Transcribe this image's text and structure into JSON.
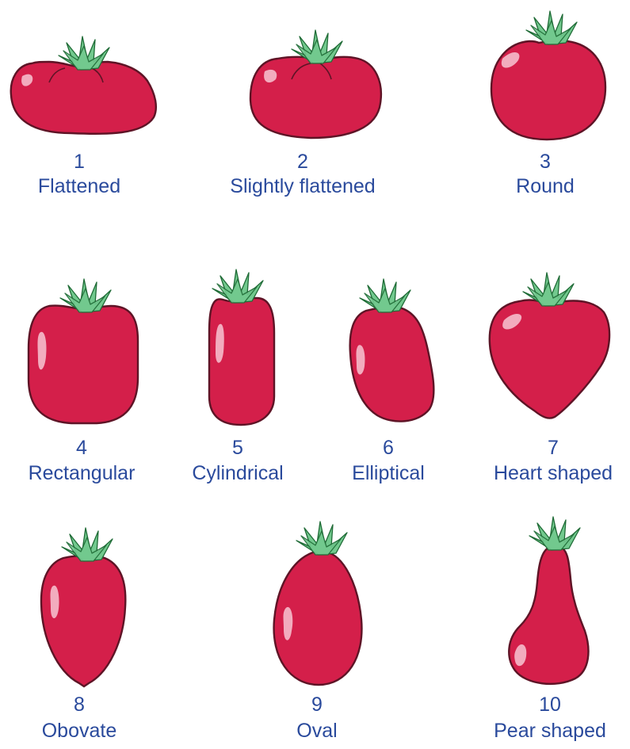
{
  "colors": {
    "tomato_fill": "#d41f4a",
    "tomato_outline": "#5e1426",
    "highlight": "#f7c5d2",
    "leaf_fill": "#72c98e",
    "leaf_outline": "#1f6b36",
    "label_text": "#2a4a9c"
  },
  "shapes": [
    {
      "number": "1",
      "name": "Flattened",
      "icon": "tomato-flattened"
    },
    {
      "number": "2",
      "name": "Slightly flattened",
      "icon": "tomato-slightly-flattened"
    },
    {
      "number": "3",
      "name": "Round",
      "icon": "tomato-round"
    },
    {
      "number": "4",
      "name": "Rectangular",
      "icon": "tomato-rectangular"
    },
    {
      "number": "5",
      "name": "Cylindrical",
      "icon": "tomato-cylindrical"
    },
    {
      "number": "6",
      "name": "Elliptical",
      "icon": "tomato-elliptical"
    },
    {
      "number": "7",
      "name": "Heart shaped",
      "icon": "tomato-heart-shaped"
    },
    {
      "number": "8",
      "name": "Obovate",
      "icon": "tomato-obovate"
    },
    {
      "number": "9",
      "name": "Oval",
      "icon": "tomato-oval"
    },
    {
      "number": "10",
      "name": "Pear shaped",
      "icon": "tomato-pear-shaped"
    }
  ]
}
